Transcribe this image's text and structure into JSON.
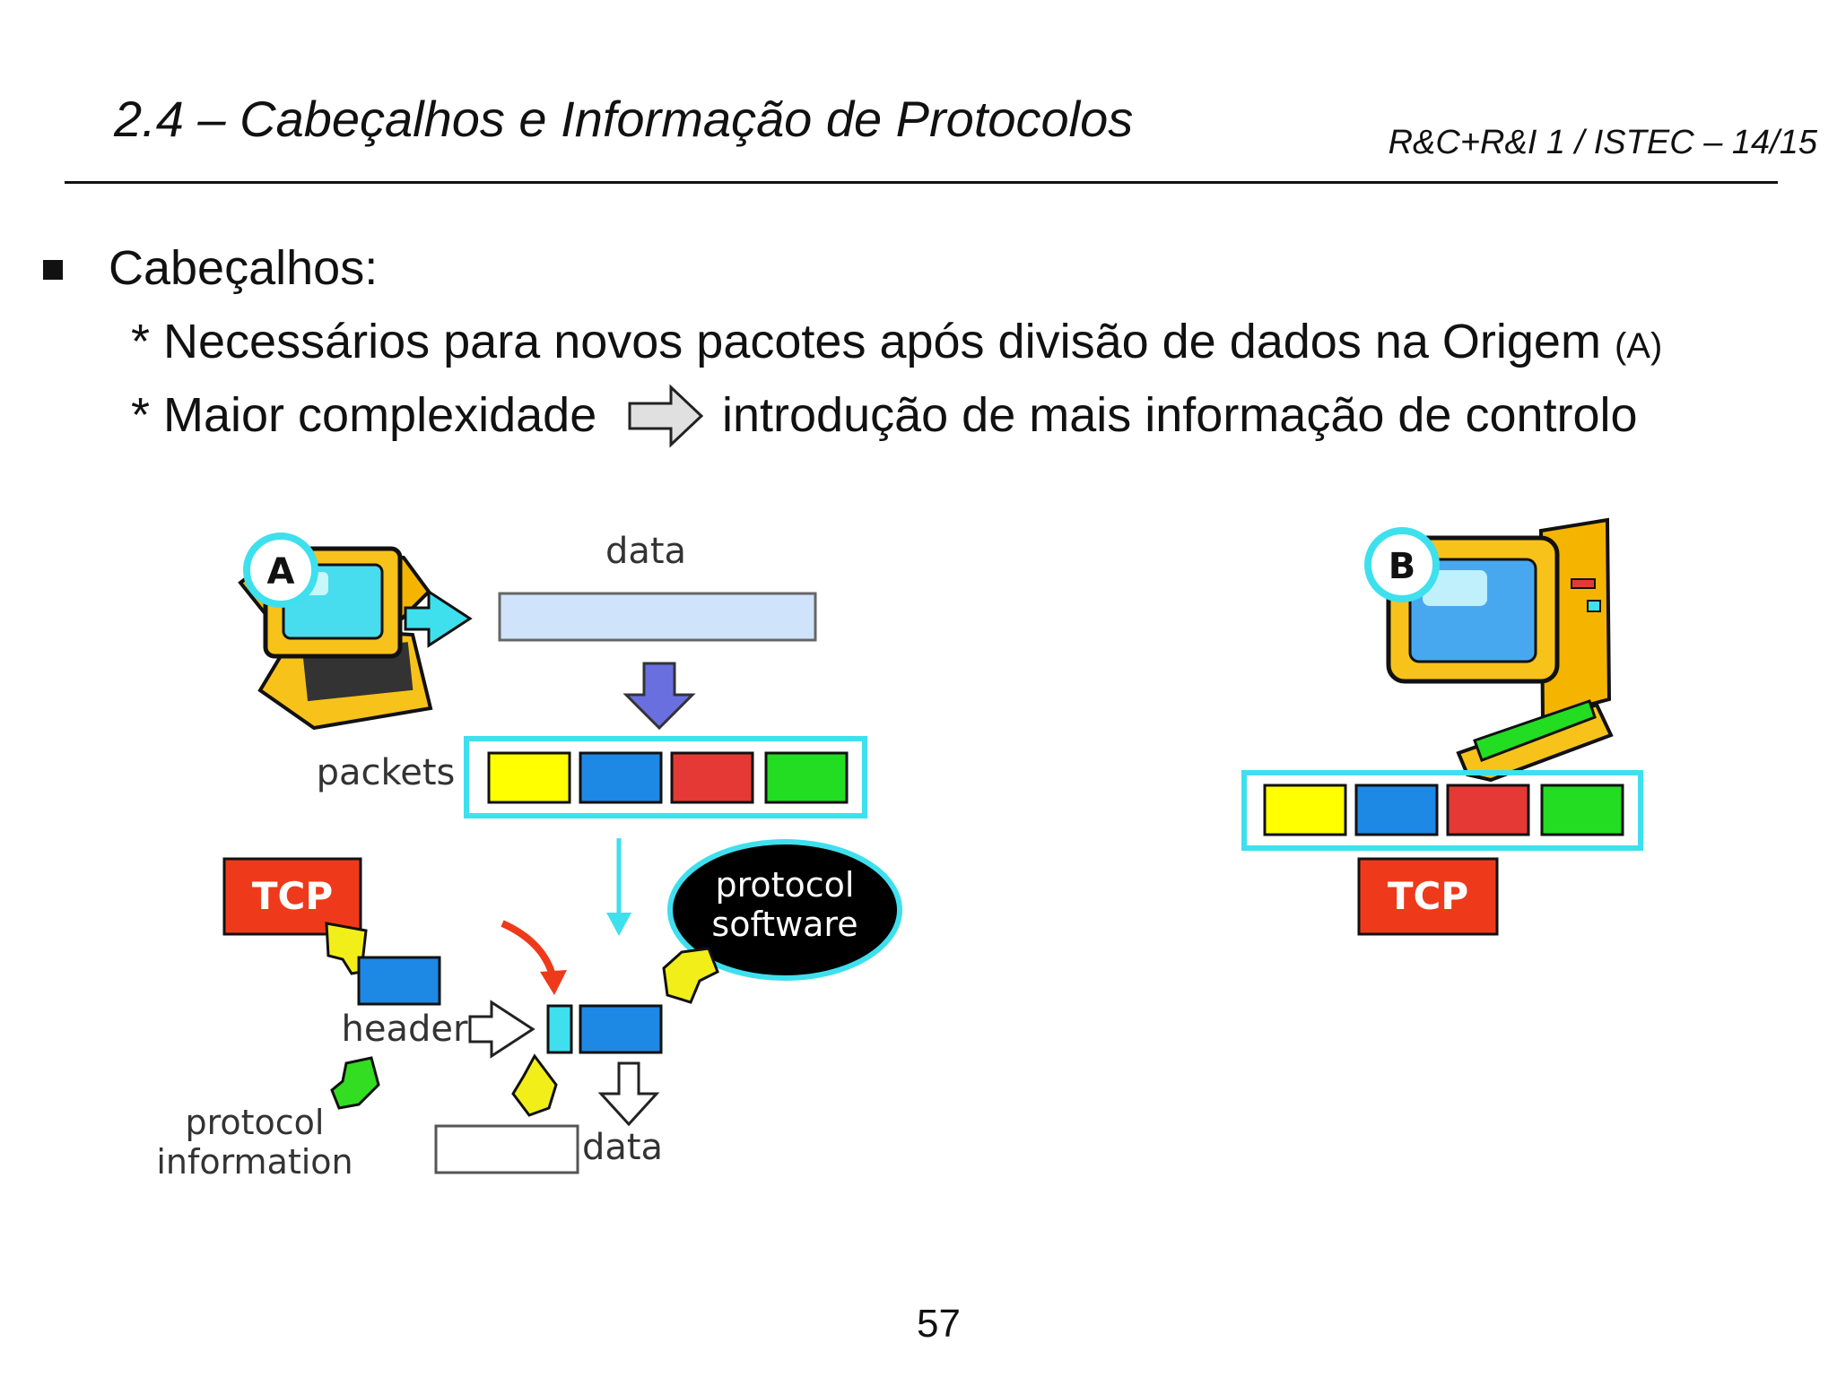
{
  "header": {
    "section_number": "2.4",
    "title_rest": " – Cabeçalhos e Informação de Protocolos",
    "course": "R&C+R&I 1 / ISTEC – 14/15"
  },
  "body": {
    "bullet_heading": "Cabeçalhos:",
    "line1_text": "* Necessários para novos pacotes após divisão de dados na Origem",
    "line1_note": "(A)",
    "line2_left": "* Maior complexidade",
    "line2_right": "introdução de mais informação de controlo"
  },
  "diagram": {
    "host_a": "A",
    "host_b": "B",
    "data_label": "data",
    "packets_label": "packets",
    "tcp_label_left": "TCP",
    "tcp_label_right": "TCP",
    "protocol_software_line1": "protocol",
    "protocol_software_line2": "software",
    "header_label": "header",
    "protocol_info_line1": "protocol",
    "protocol_info_line2": "information",
    "data_label_bottom": "data",
    "packet_colors": [
      "#ffff00",
      "#1e88e5",
      "#e53935",
      "#22dd22"
    ],
    "accent_cyan": "#3ee0ee",
    "tcp_red": "#ee3a1a"
  },
  "footer": {
    "page_number": "57"
  }
}
